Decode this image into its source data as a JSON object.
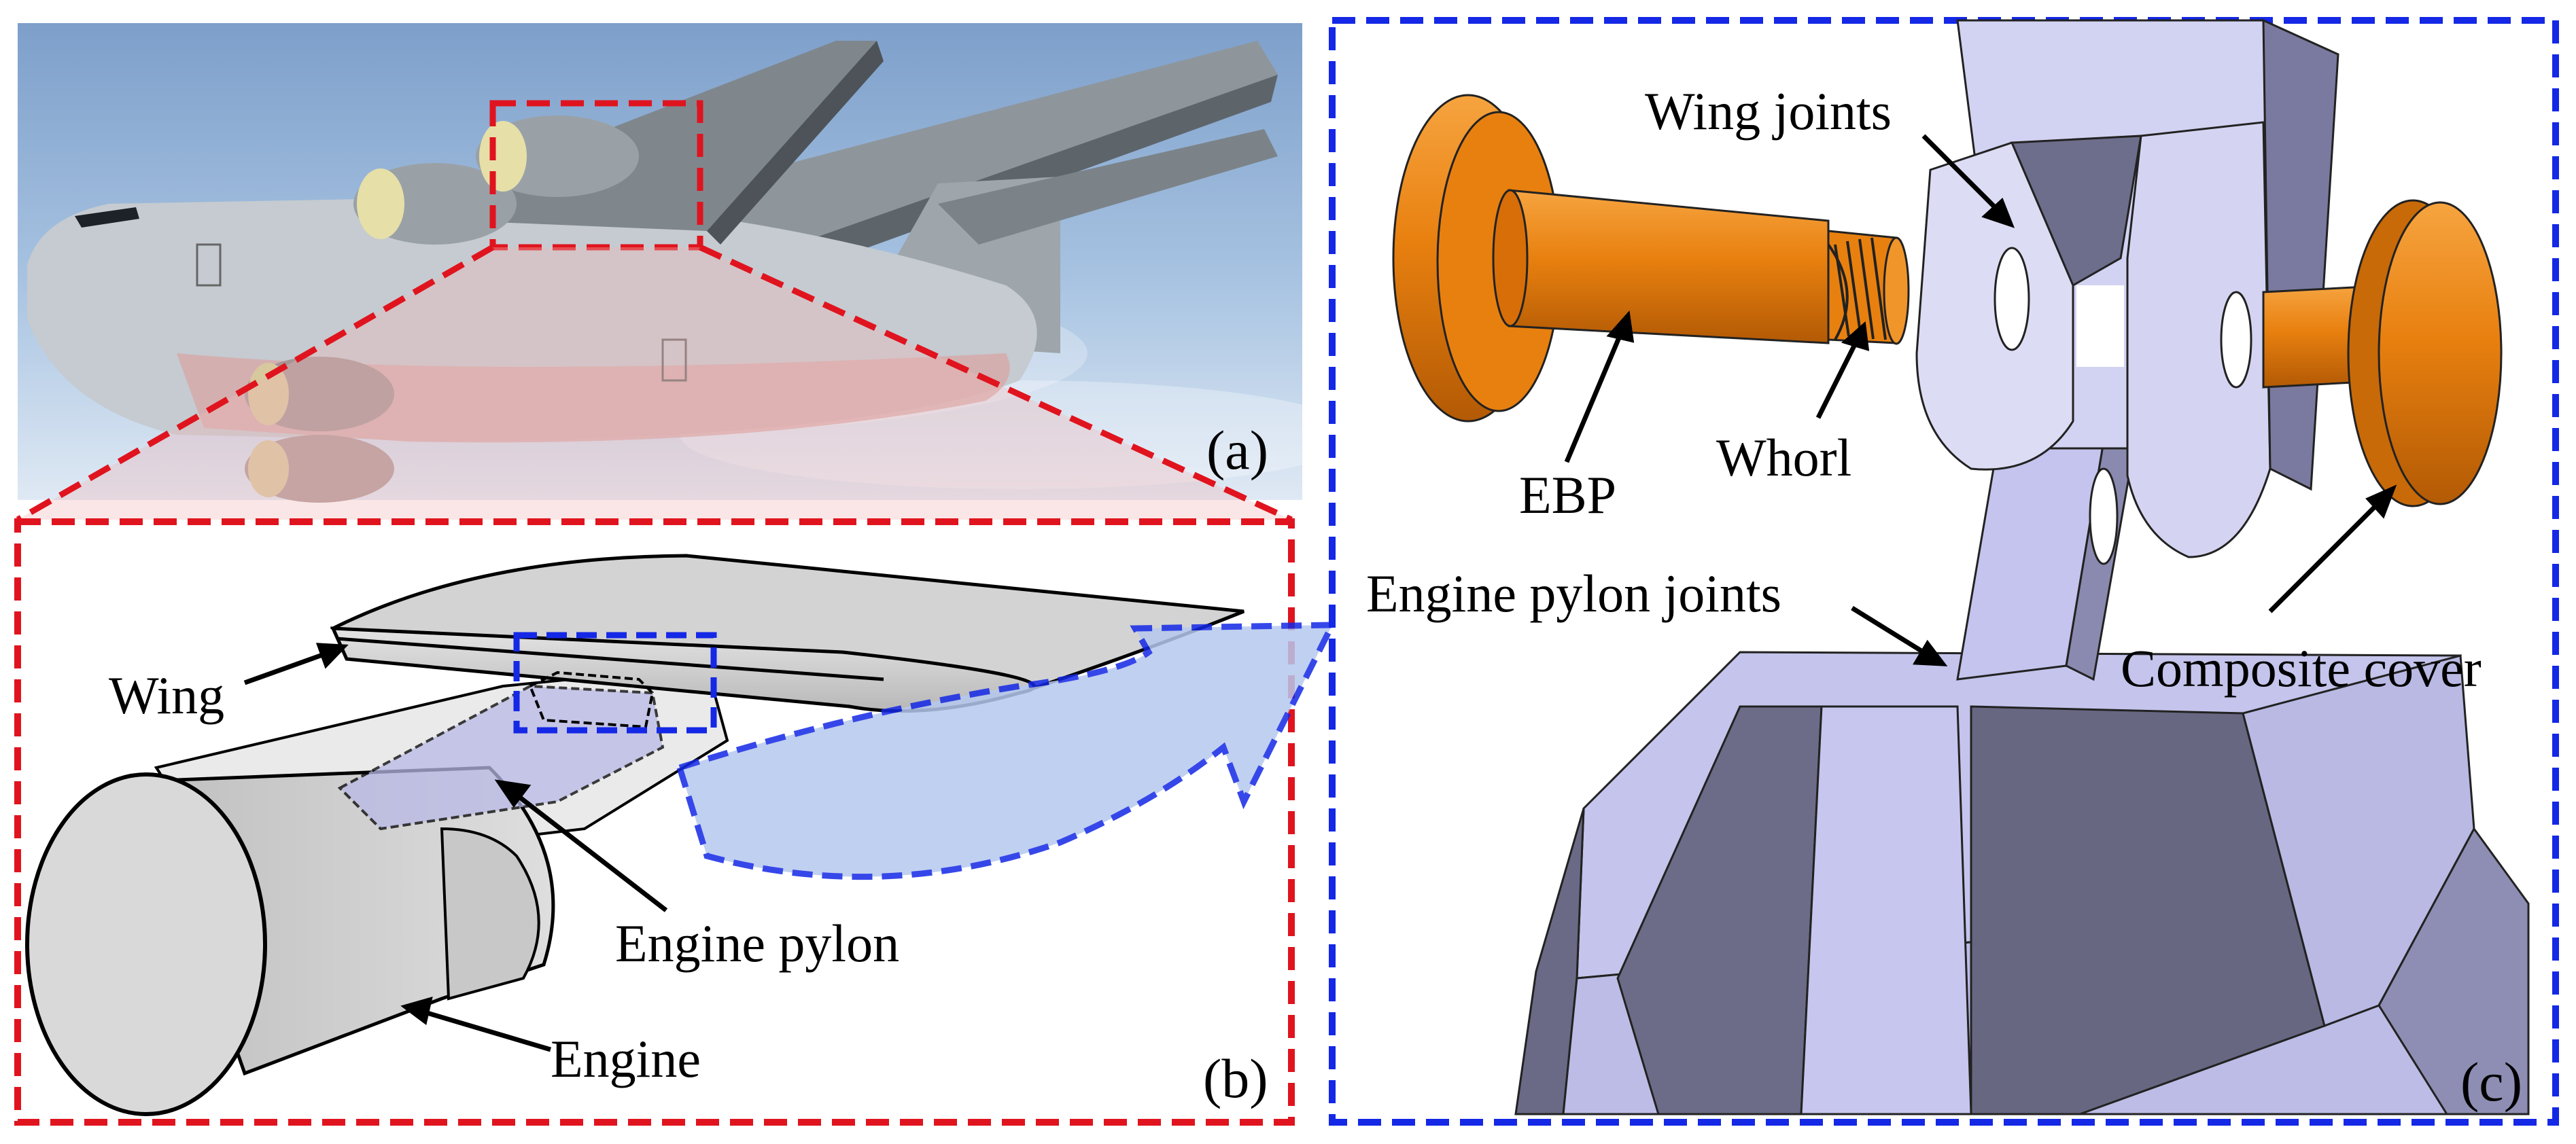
{
  "panels": {
    "a": {
      "tag": "(a)"
    },
    "b": {
      "tag": "(b)",
      "labels": {
        "wing": "Wing",
        "engine_pylon": "Engine pylon",
        "engine": "Engine"
      }
    },
    "c": {
      "tag": "(c)",
      "labels": {
        "wing_joints": "Wing joints",
        "ebp": "EBP",
        "whorl": "Whorl",
        "engine_pylon_joints": "Engine pylon joints",
        "composite_cover": "Composite cover"
      }
    }
  },
  "colors": {
    "frame_red": "#e0141e",
    "frame_blue": "#1428e6",
    "part_orange": "#e8800f",
    "part_lavender": "#c9c9ee",
    "sky": "#8fb2d8"
  }
}
